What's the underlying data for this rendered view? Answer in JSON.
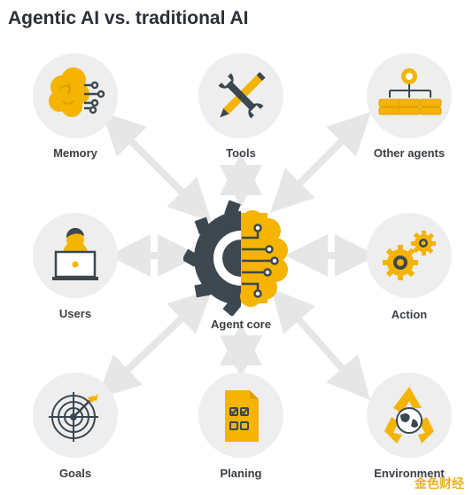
{
  "title": "Agentic AI vs. traditional AI",
  "nodes": {
    "memory": "Memory",
    "tools": "Tools",
    "other_agents": "Other agents",
    "users": "Users",
    "action": "Action",
    "goals": "Goals",
    "planing": "Planing",
    "environment": "Environment"
  },
  "center": "Agent core",
  "watermark": "金色财经",
  "colors": {
    "accent": "#F5B400",
    "dark": "#3C474F",
    "circle_bg": "#EEEEEE",
    "arrow": "#E7E7E7"
  },
  "icons": {
    "memory": "brain-circuit-icon",
    "tools": "wrench-pencil-icon",
    "other_agents": "server-network-icon",
    "users": "user-laptop-icon",
    "action": "gears-icon",
    "goals": "target-dart-icon",
    "planing": "checklist-icon",
    "environment": "recycle-globe-icon",
    "center": "gear-brain-icon"
  }
}
